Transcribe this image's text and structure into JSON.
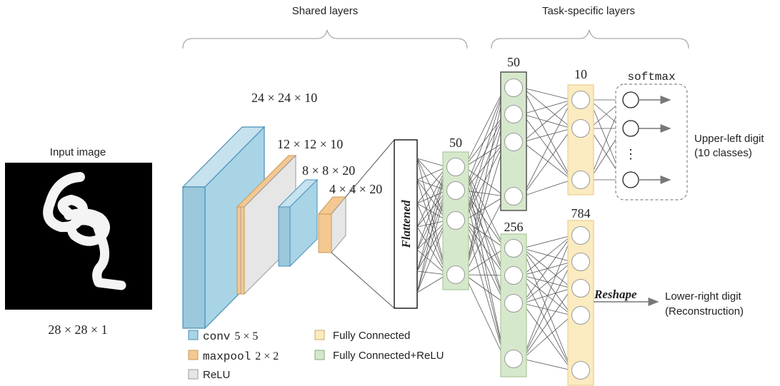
{
  "headers": {
    "shared": "Shared layers",
    "task": "Task-specific layers"
  },
  "input": {
    "title": "Input image",
    "size": "28 × 28 × 1"
  },
  "layer_dims": {
    "conv1": "24 × 24 × 10",
    "pool1": "12 × 12 × 10",
    "conv2": "8 × 8 × 20",
    "pool2": "4 × 4 × 20"
  },
  "flattened": "Flattened",
  "fc_counts": {
    "shared_fc": "50",
    "cls_hidden": "50",
    "cls_out": "10",
    "softmax": "softmax",
    "rec_hidden": "256",
    "rec_out": "784"
  },
  "outputs": {
    "upper_1": "Upper-left digit",
    "upper_2": "(10 classes)",
    "lower_1": "Lower-right digit",
    "lower_2": "(Reconstruction)",
    "reshape": "Reshape"
  },
  "legend": {
    "conv": "conv",
    "conv_size": "5 × 5",
    "maxpool": "maxpool",
    "maxpool_size": "2 × 2",
    "relu": "ReLU",
    "fc": "Fully Connected",
    "fc_relu": "Fully Connected+ReLU"
  },
  "colors": {
    "conv": "#a8d4e6",
    "maxpool": "#f4c890",
    "relu": "#e6e6e6",
    "fc": "#fbebc0",
    "fc_relu": "#d6e8cc"
  }
}
